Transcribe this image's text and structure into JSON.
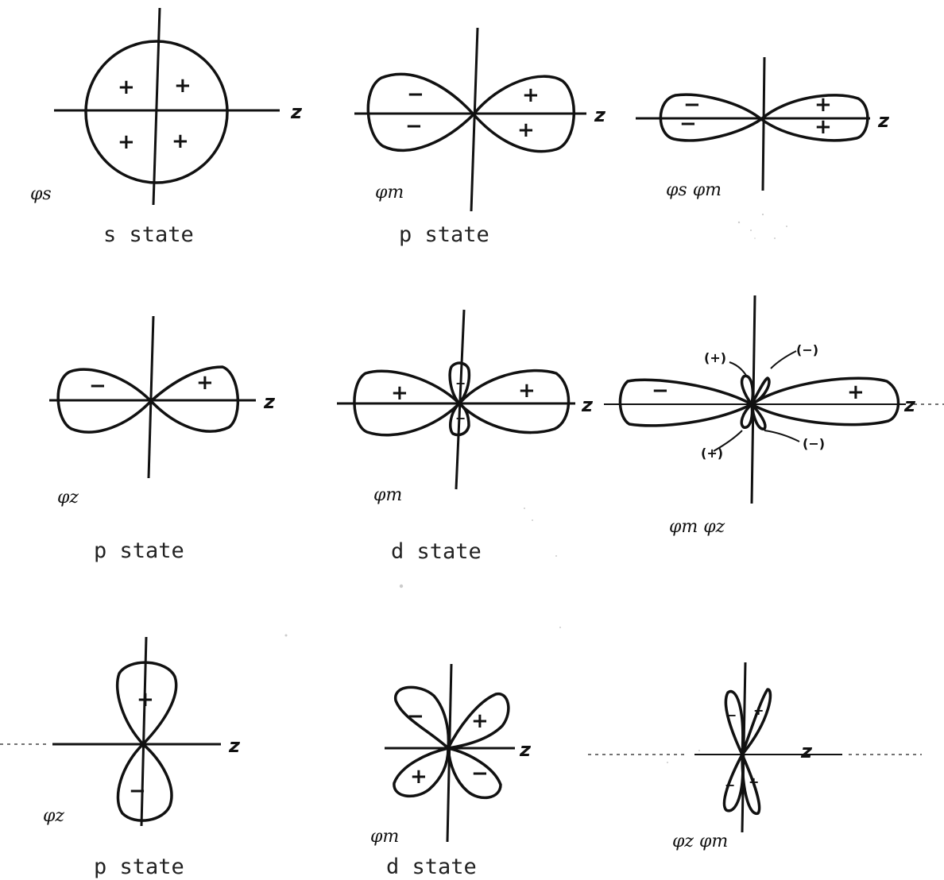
{
  "axis_label": "z",
  "panels": [
    {
      "id": "s",
      "caption": "s state",
      "symbol": "φs",
      "signs": [
        "+",
        "+",
        "+",
        "+"
      ]
    },
    {
      "id": "p-phi-m",
      "caption": "p state",
      "symbol": "φm",
      "signs": [
        "−",
        "−",
        "+",
        "+"
      ]
    },
    {
      "id": "p-phi-product",
      "caption": "",
      "symbol": "φs φm",
      "signs": [
        "−",
        "−",
        "+",
        "+"
      ]
    },
    {
      "id": "p-phi-z",
      "caption": "p state",
      "symbol": "φz",
      "signs": [
        "−",
        "+"
      ]
    },
    {
      "id": "d-phi-m",
      "caption": "d state",
      "symbol": "φm",
      "signs": [
        "+",
        "+",
        "−",
        "−"
      ]
    },
    {
      "id": "d-phi-product",
      "caption": "",
      "symbol": "φm φz",
      "signs": [
        "−",
        "+"
      ],
      "annotations": [
        "(+)",
        "(−)",
        "(+)",
        "(−)"
      ]
    },
    {
      "id": "p-vertical",
      "caption": "p state",
      "symbol": "φz",
      "signs": [
        "+",
        "−"
      ]
    },
    {
      "id": "d-cross",
      "caption": "d state",
      "symbol": "φm",
      "signs": [
        "−",
        "+",
        "+",
        "−"
      ]
    },
    {
      "id": "d-cross-product",
      "caption": "",
      "symbol": "φz φm",
      "signs": [
        "−",
        "+",
        "−",
        "+"
      ]
    }
  ]
}
